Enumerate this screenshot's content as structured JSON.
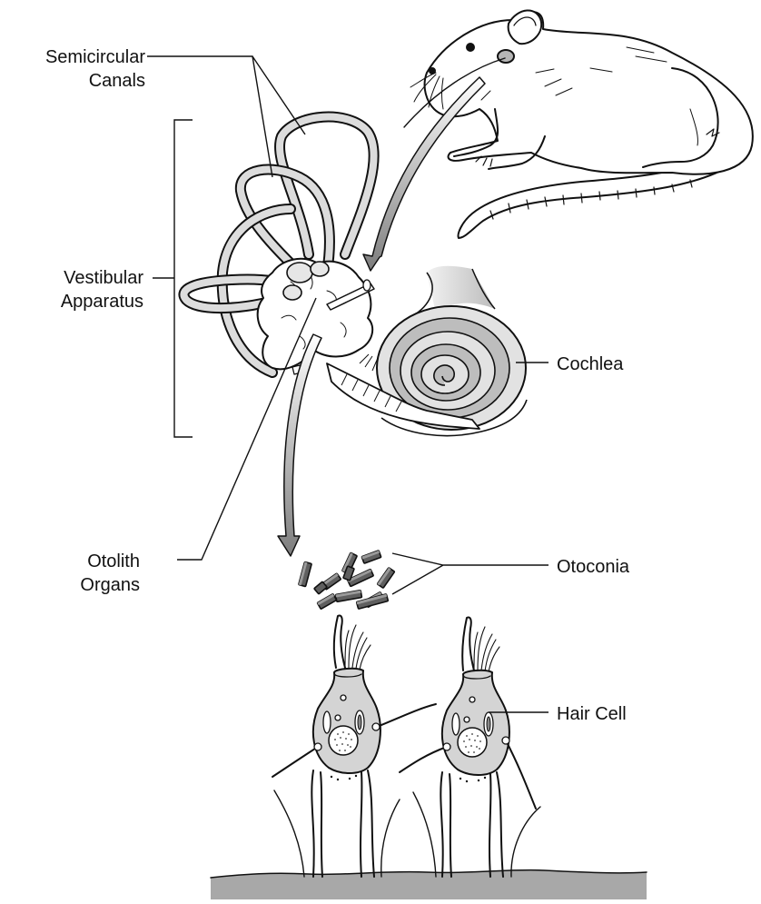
{
  "labels": {
    "semicircular_canals": [
      "Semicircular",
      "Canals"
    ],
    "vestibular_apparatus": [
      "Vestibular",
      "Apparatus"
    ],
    "otolith_organs": [
      "Otolith",
      "Organs"
    ],
    "cochlea": "Cochlea",
    "otoconia": "Otoconia",
    "hair_cell": "Hair Cell"
  },
  "colors": {
    "line": "#111111",
    "canal_fill": "#dcdcdc",
    "cochlea_light": "#e2e2e2",
    "cochlea_mid": "#bdbdbd",
    "cochlea_dark": "#9a9a9a",
    "arrow_fill": "#8a8a8a",
    "ground_fill": "#a8a8a8",
    "cell_fill": "#d4d4d4",
    "background": "#ffffff"
  },
  "icons": [
    "rat-illustration",
    "inner-ear-illustration",
    "otoconia-crystals",
    "hair-cell-illustration"
  ]
}
